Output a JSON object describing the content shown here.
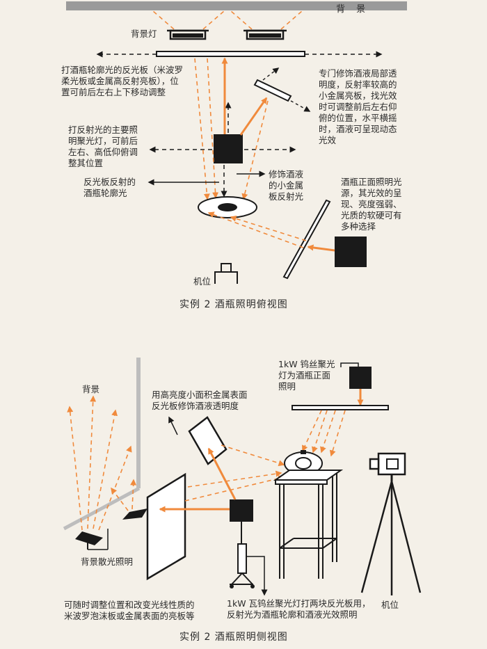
{
  "top": {
    "background_label": "背 景",
    "background_light_label": "背景灯",
    "reflector_note": "打酒瓶轮廓光的反光板（米波罗\n柔光板或金属高反射亮板），位\n置可前后左右上下移动调整",
    "small_panel_note": "专门修饰酒液局部透\n明度，反射率较高的\n小金属亮板，找光效\n时可调整前后左右仰\n俯的位置，水平横摇\n时，酒液可呈现动态\n光效",
    "main_spot_note": "打反射光的主要照\n明聚光灯，可前后\n左右、高低仰俯调\n整其位置",
    "rim_light_note": "反光板反射的\n酒瓶轮廓光",
    "small_reflect_note": "修饰酒液\n的小金属\n板反射光",
    "front_light_note": "酒瓶正面照明光\n源，其光效的呈\n现、亮度强弱、\n光质的软硬可有\n多种选择",
    "camera_label": "机位",
    "caption": "实例 2    酒瓶照明俯视图"
  },
  "side": {
    "background_label": "背景",
    "metal_panel_note": "用高亮度小面积金属表面\n反光板修饰酒液透明度",
    "tungsten_spot_note": "1kW 钨丝聚光\n灯为酒瓶正面\n照明",
    "scatter_label": "背景散光照明",
    "adjust_panel_note": "可随时调整位置和改变光线性质的\n米波罗泡沫板或金属表面的亮板等",
    "kw_spot_note": "1kW 瓦钨丝聚光灯打两块反光板用，\n反射光为酒瓶轮廓和酒液光效照明",
    "camera_label": "机位",
    "caption": "实例 2    酒瓶照明侧视图"
  },
  "colors": {
    "orange": "#f08a3c",
    "black": "#1a1a1a",
    "paper": "#f4f0e8"
  }
}
